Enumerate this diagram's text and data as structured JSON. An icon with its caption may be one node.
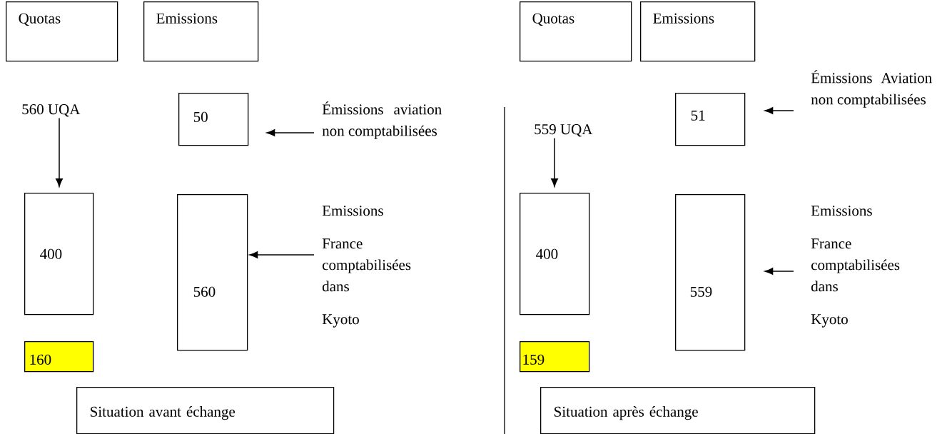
{
  "diagram": {
    "nodes": [
      {
        "text": [
          "Quotas"
        ]
      },
      {
        "text": [
          "Emissions"
        ]
      },
      {
        "text": [
          "560 UQA"
        ]
      },
      {
        "text": [
          "50"
        ]
      },
      {
        "text": [
          "Émissions aviation non comptabilisées"
        ]
      },
      {
        "text": [
          "400"
        ]
      },
      {
        "text": [
          "560"
        ]
      },
      {
        "text": [
          "Emissions",
          "France comptabilisées dans",
          "Kyoto"
        ]
      },
      {
        "text": [
          "160"
        ]
      },
      {
        "text": [
          "Situation avant échange"
        ]
      },
      {
        "text": [
          "Quotas"
        ]
      },
      {
        "text": [
          "Emissions"
        ]
      },
      {
        "text": [
          "559 UQA"
        ]
      },
      {
        "text": [
          "51"
        ]
      },
      {
        "text": [
          "Émissions Aviation non comptabilisées"
        ]
      },
      {
        "text": [
          "400"
        ]
      },
      {
        "text": [
          "559"
        ]
      },
      {
        "text": [
          "Emissions",
          "France comptabilisées dans",
          "Kyoto"
        ]
      },
      {
        "text": [
          "159"
        ]
      },
      {
        "text": [
          "Situation après échange"
        ]
      }
    ],
    "edges": [
      {
        "from": 2,
        "to": 5,
        "arrow": "to"
      },
      {
        "from": 4,
        "to": 3,
        "arrow": "to"
      },
      {
        "from": 7,
        "to": 6,
        "arrow": "to"
      },
      {
        "from": 12,
        "to": 15,
        "arrow": "to"
      },
      {
        "from": 14,
        "to": 13,
        "arrow": "to"
      },
      {
        "from": 17,
        "to": 16,
        "arrow": "to"
      }
    ]
  }
}
